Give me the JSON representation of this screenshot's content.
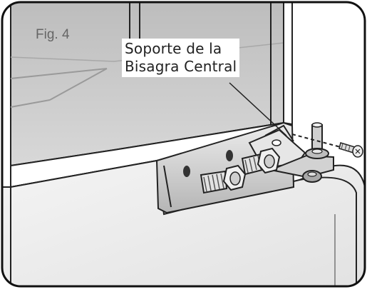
{
  "figure": {
    "label": "Fig. 4",
    "callout": {
      "line1": "Soporte de la",
      "line2": "Bisagra Central"
    }
  },
  "colors": {
    "background": "#ffffff",
    "line": "#222222",
    "wall_shade": "#cfcfcf",
    "panel_shade": "#e3e3e3",
    "metal": "#9a9a9a",
    "metal_light": "#d7d7d7"
  },
  "icons": [
    "screw-icon",
    "hinge-bracket-icon",
    "hinge-pin-icon"
  ]
}
